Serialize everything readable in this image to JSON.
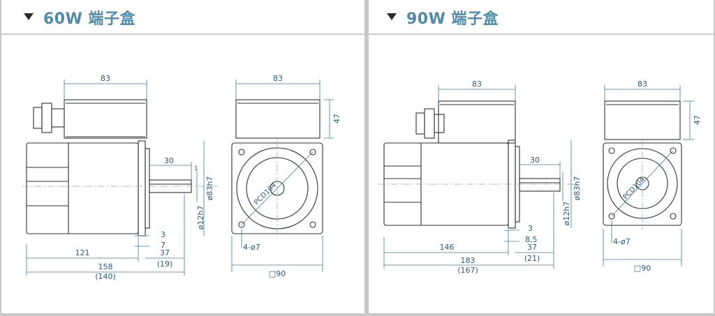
{
  "panels": [
    {
      "title": "60W 端子盒",
      "dims": {
        "box_width": "83",
        "box_height": "47",
        "shaft_len": "30",
        "shaft_step": "1",
        "flange_dia": "ø83h7",
        "shaft_dia": "ø12h7",
        "d3": "3",
        "d7": "7",
        "body_len": "121",
        "shaft_total": "37",
        "shaft_total_alt": "(19)",
        "total_len": "158",
        "total_len_alt": "(140)",
        "pcd": "PCD104",
        "holes": "4-ø7",
        "square": "□90"
      }
    },
    {
      "title": "90W 端子盒",
      "dims": {
        "box_width": "83",
        "box_height": "47",
        "shaft_len": "30",
        "flange_dia": "ø83h7",
        "shaft_dia": "ø12h7",
        "d3": "3",
        "d85": "8,5",
        "body_len": "146",
        "shaft_total": "37",
        "shaft_total_alt": "(21)",
        "total_len": "183",
        "total_len_alt": "(167)",
        "pcd": "PCD104",
        "holes": "4-ø7",
        "square": "□90"
      }
    }
  ]
}
